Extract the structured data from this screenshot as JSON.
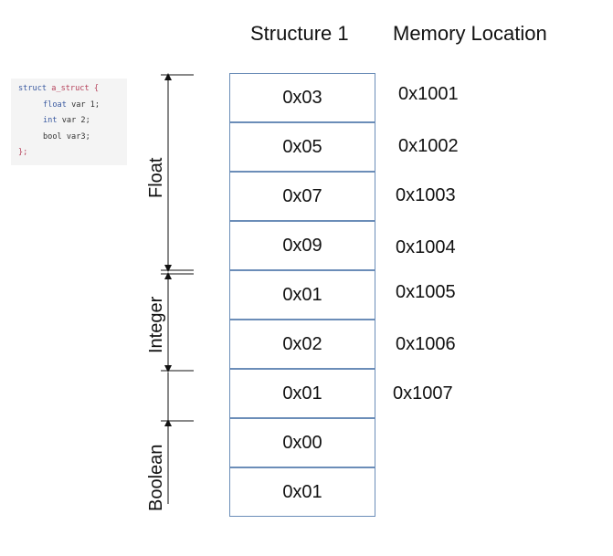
{
  "code": {
    "line1_kw": "struct",
    "line1_name": "a_struct",
    "line1_brace": "{",
    "line2_type": "float",
    "line2_rest": "var 1;",
    "line3_type": "int",
    "line3_rest": "var 2;",
    "line4_text": "bool var3;",
    "line5_text": "};"
  },
  "headers": {
    "structure": "Structure 1",
    "memory": "Memory Location"
  },
  "cells": [
    "0x03",
    "0x05",
    "0x07",
    "0x09",
    "0x01",
    "0x02",
    "0x01",
    "0x00",
    "0x01"
  ],
  "addresses": [
    "0x1001",
    "0x1002",
    "0x1003",
    "0x1004",
    "0x1005",
    "0x1006",
    "0x1007"
  ],
  "labels": {
    "float": "Float",
    "integer": "Integer",
    "boolean": "Boolean"
  },
  "colors": {
    "cell_border": "#6b8db8"
  }
}
